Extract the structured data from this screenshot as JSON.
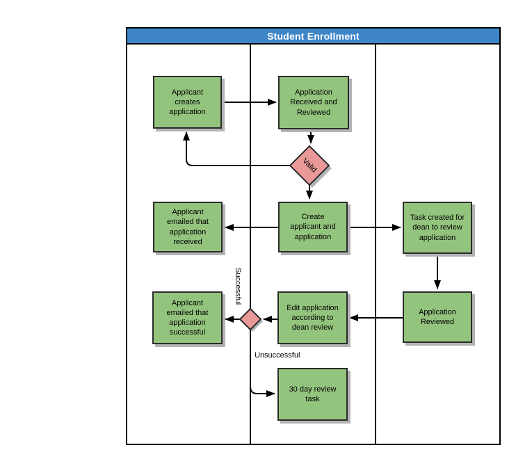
{
  "diagram": {
    "title": "Student Enrollment",
    "type": "flowchart-swimlane",
    "lane_count": 3,
    "nodes": {
      "applicant_creates": "Applicant\ncreates\napplication",
      "application_received": "Application\nReceived and\nReviewed",
      "valid_decision": "Valid",
      "emailed_received": "Applicant\nemailed that\napplication\nreceived",
      "create_applicant": "Create\napplicant and\napplication",
      "task_created": "Task created for\ndean to review\napplication",
      "application_reviewed": "Application\nReviewed",
      "edit_application": "Edit application\naccording to\ndean review",
      "emailed_successful": "Applicant\nemailed that\napplication\nsuccessful",
      "thirty_day_review": "30 day review\ntask"
    },
    "edge_labels": {
      "successful": "Successful",
      "unsuccessful": "Unsuccessful"
    },
    "edges": [
      {
        "from": "applicant_creates",
        "to": "application_received"
      },
      {
        "from": "application_received",
        "to": "valid_decision"
      },
      {
        "from": "valid_decision",
        "to": "applicant_creates"
      },
      {
        "from": "valid_decision",
        "to": "create_applicant"
      },
      {
        "from": "create_applicant",
        "to": "emailed_received"
      },
      {
        "from": "create_applicant",
        "to": "task_created"
      },
      {
        "from": "task_created",
        "to": "application_reviewed"
      },
      {
        "from": "application_reviewed",
        "to": "edit_application"
      },
      {
        "from": "edit_application",
        "to": "outcome_decision"
      },
      {
        "from": "outcome_decision",
        "to": "emailed_successful",
        "label": "Successful"
      },
      {
        "from": "outcome_decision",
        "to": "thirty_day_review",
        "label": "Unsuccessful"
      }
    ],
    "colors": {
      "header_bg": "#3E86C8",
      "header_text": "#FFFFFF",
      "process_fill": "#93C47D",
      "decision_fill": "#EA9999",
      "shape_border": "#2B2B2B",
      "frame_border": "#000000",
      "shadow": "#B3B3B3"
    }
  }
}
